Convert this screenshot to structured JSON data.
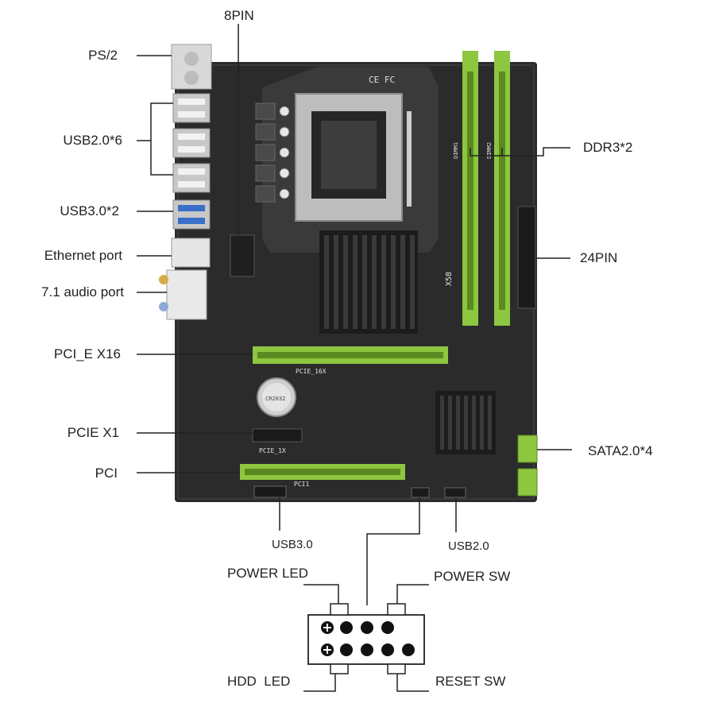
{
  "labels": {
    "pin8": "8PIN",
    "ps2": "PS/2",
    "usb20x6": "USB2.0*6",
    "usb30x2": "USB3.0*2",
    "ethernet": "Ethernet port",
    "audio": "7.1 audio port",
    "pcie16": "PCI_E X16",
    "pcie1": "PCIE X1",
    "pci": "PCI",
    "ddr3": "DDR3*2",
    "pin24": "24PIN",
    "sata": "SATA2.0*4",
    "usb30_header": "USB3.0",
    "usb20_header": "USB2.0",
    "power_led": "POWER LED",
    "power_sw": "POWER SW",
    "hdd_led": "HDD  LED",
    "reset_sw": "RESET SW"
  },
  "board_text": {
    "ce_fc": "CE FC",
    "x58": "X58",
    "pcie_16x": "PCIE_16X",
    "pcie_1x": "PCIE_1X",
    "pci1": "PCI1",
    "dimm1": "DIMM1",
    "dimm2": "DIMM2",
    "cr2032": "CR2032"
  },
  "colors": {
    "board": "#2b2b2b",
    "slot_green": "#8dc63f",
    "metal": "#b9b9b9",
    "line": "#222222"
  }
}
